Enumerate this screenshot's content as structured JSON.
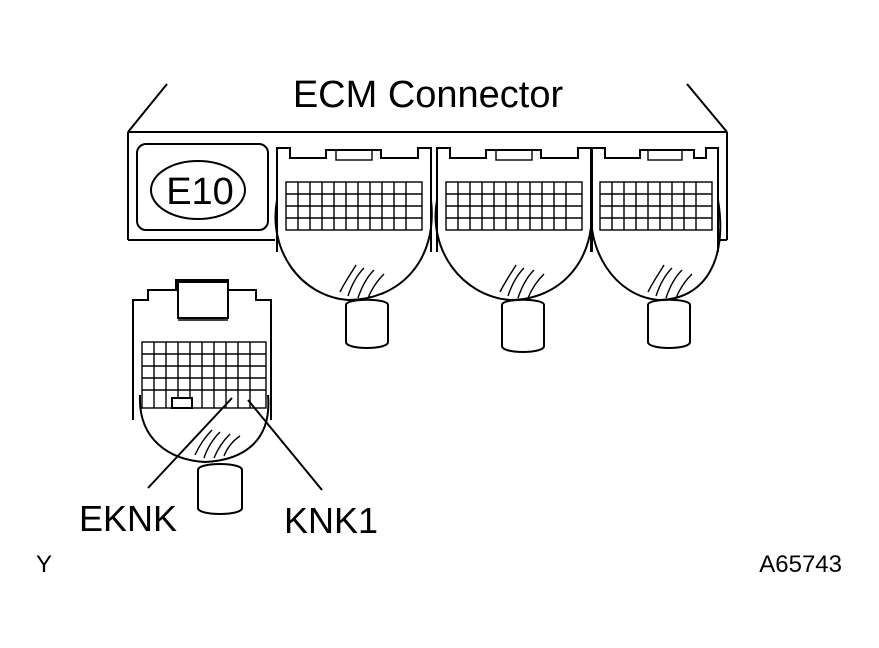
{
  "title": "ECM Connector",
  "connector_id": "E10",
  "pins": {
    "left": "EKNK",
    "right": "KNK1"
  },
  "footer": {
    "left": "Y",
    "right": "A65743"
  }
}
